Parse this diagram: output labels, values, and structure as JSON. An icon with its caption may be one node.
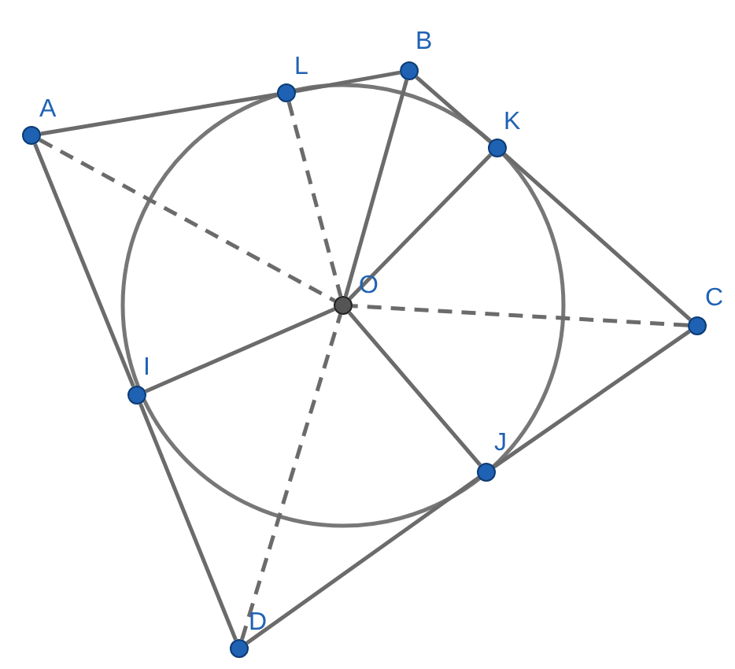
{
  "diagram": {
    "nodes": [
      {
        "text": [
          "B"
        ]
      },
      {
        "text": [
          "L"
        ]
      },
      {
        "text": [
          "A"
        ]
      },
      {
        "text": [
          "K"
        ]
      },
      {
        "text": [
          "O"
        ]
      },
      {
        "text": [
          "C"
        ]
      },
      {
        "text": [
          "I"
        ]
      },
      {
        "text": [
          "J"
        ]
      },
      {
        "text": [
          "D"
        ]
      }
    ],
    "edges": [
      {
        "from": 2,
        "to": 1,
        "arrow": "none"
      },
      {
        "from": 1,
        "to": 0,
        "arrow": "none"
      },
      {
        "from": 0,
        "to": 3,
        "arrow": "none"
      },
      {
        "from": 3,
        "to": 5,
        "arrow": "none"
      },
      {
        "from": 5,
        "to": 7,
        "arrow": "none"
      },
      {
        "from": 7,
        "to": 8,
        "arrow": "none"
      },
      {
        "from": 8,
        "to": 6,
        "arrow": "none"
      },
      {
        "from": 6,
        "to": 2,
        "arrow": "none"
      },
      {
        "from": 0,
        "to": 4,
        "arrow": "none"
      },
      {
        "from": 1,
        "to": 4,
        "arrow": "none",
        "style": "dashed"
      },
      {
        "from": 2,
        "to": 4,
        "arrow": "none",
        "style": "dashed"
      },
      {
        "from": 3,
        "to": 4,
        "arrow": "none"
      },
      {
        "from": 5,
        "to": 4,
        "arrow": "none",
        "style": "dashed"
      },
      {
        "from": 6,
        "to": 4,
        "arrow": "none"
      },
      {
        "from": 7,
        "to": 4,
        "arrow": "none"
      },
      {
        "from": 8,
        "to": 4,
        "arrow": "none",
        "style": "dashed"
      }
    ]
  }
}
